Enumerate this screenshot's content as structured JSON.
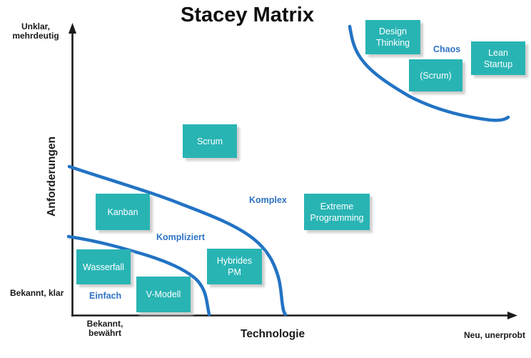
{
  "title": "Stacey Matrix",
  "colors": {
    "box_teal": "#29b4b4",
    "box_text": "#ffffff",
    "curve_blue": "#2273c4",
    "region_label_blue": "#2e73c4",
    "axis_black": "#1a1a1a",
    "box_shadow_gray": "#cfcfcf"
  },
  "axes": {
    "y": {
      "title": "Anforderungen",
      "top_label": "Unklar,\nmehrdeutig",
      "bottom_label": "Bekannt, klar"
    },
    "x": {
      "title": "Technologie",
      "left_label": "Bekannt,\nbewährt",
      "right_label": "Neu, unerprobt"
    }
  },
  "regions": {
    "chaos": "Chaos",
    "komplex": "Komplex",
    "kompliziert": "Kompliziert",
    "einfach": "Einfach"
  },
  "methods": {
    "scrum": "Scrum",
    "design_thinking": "Design\nThinking",
    "scrum_in_chaos": "(Scrum)",
    "lean_startup": "Lean\nStartup",
    "kanban": "Kanban",
    "extreme_programming": "Extreme\nProgramming",
    "wasserfall": "Wasserfall",
    "v_modell": "V-Modell",
    "hybrides_pm": "Hybrides\nPM"
  }
}
